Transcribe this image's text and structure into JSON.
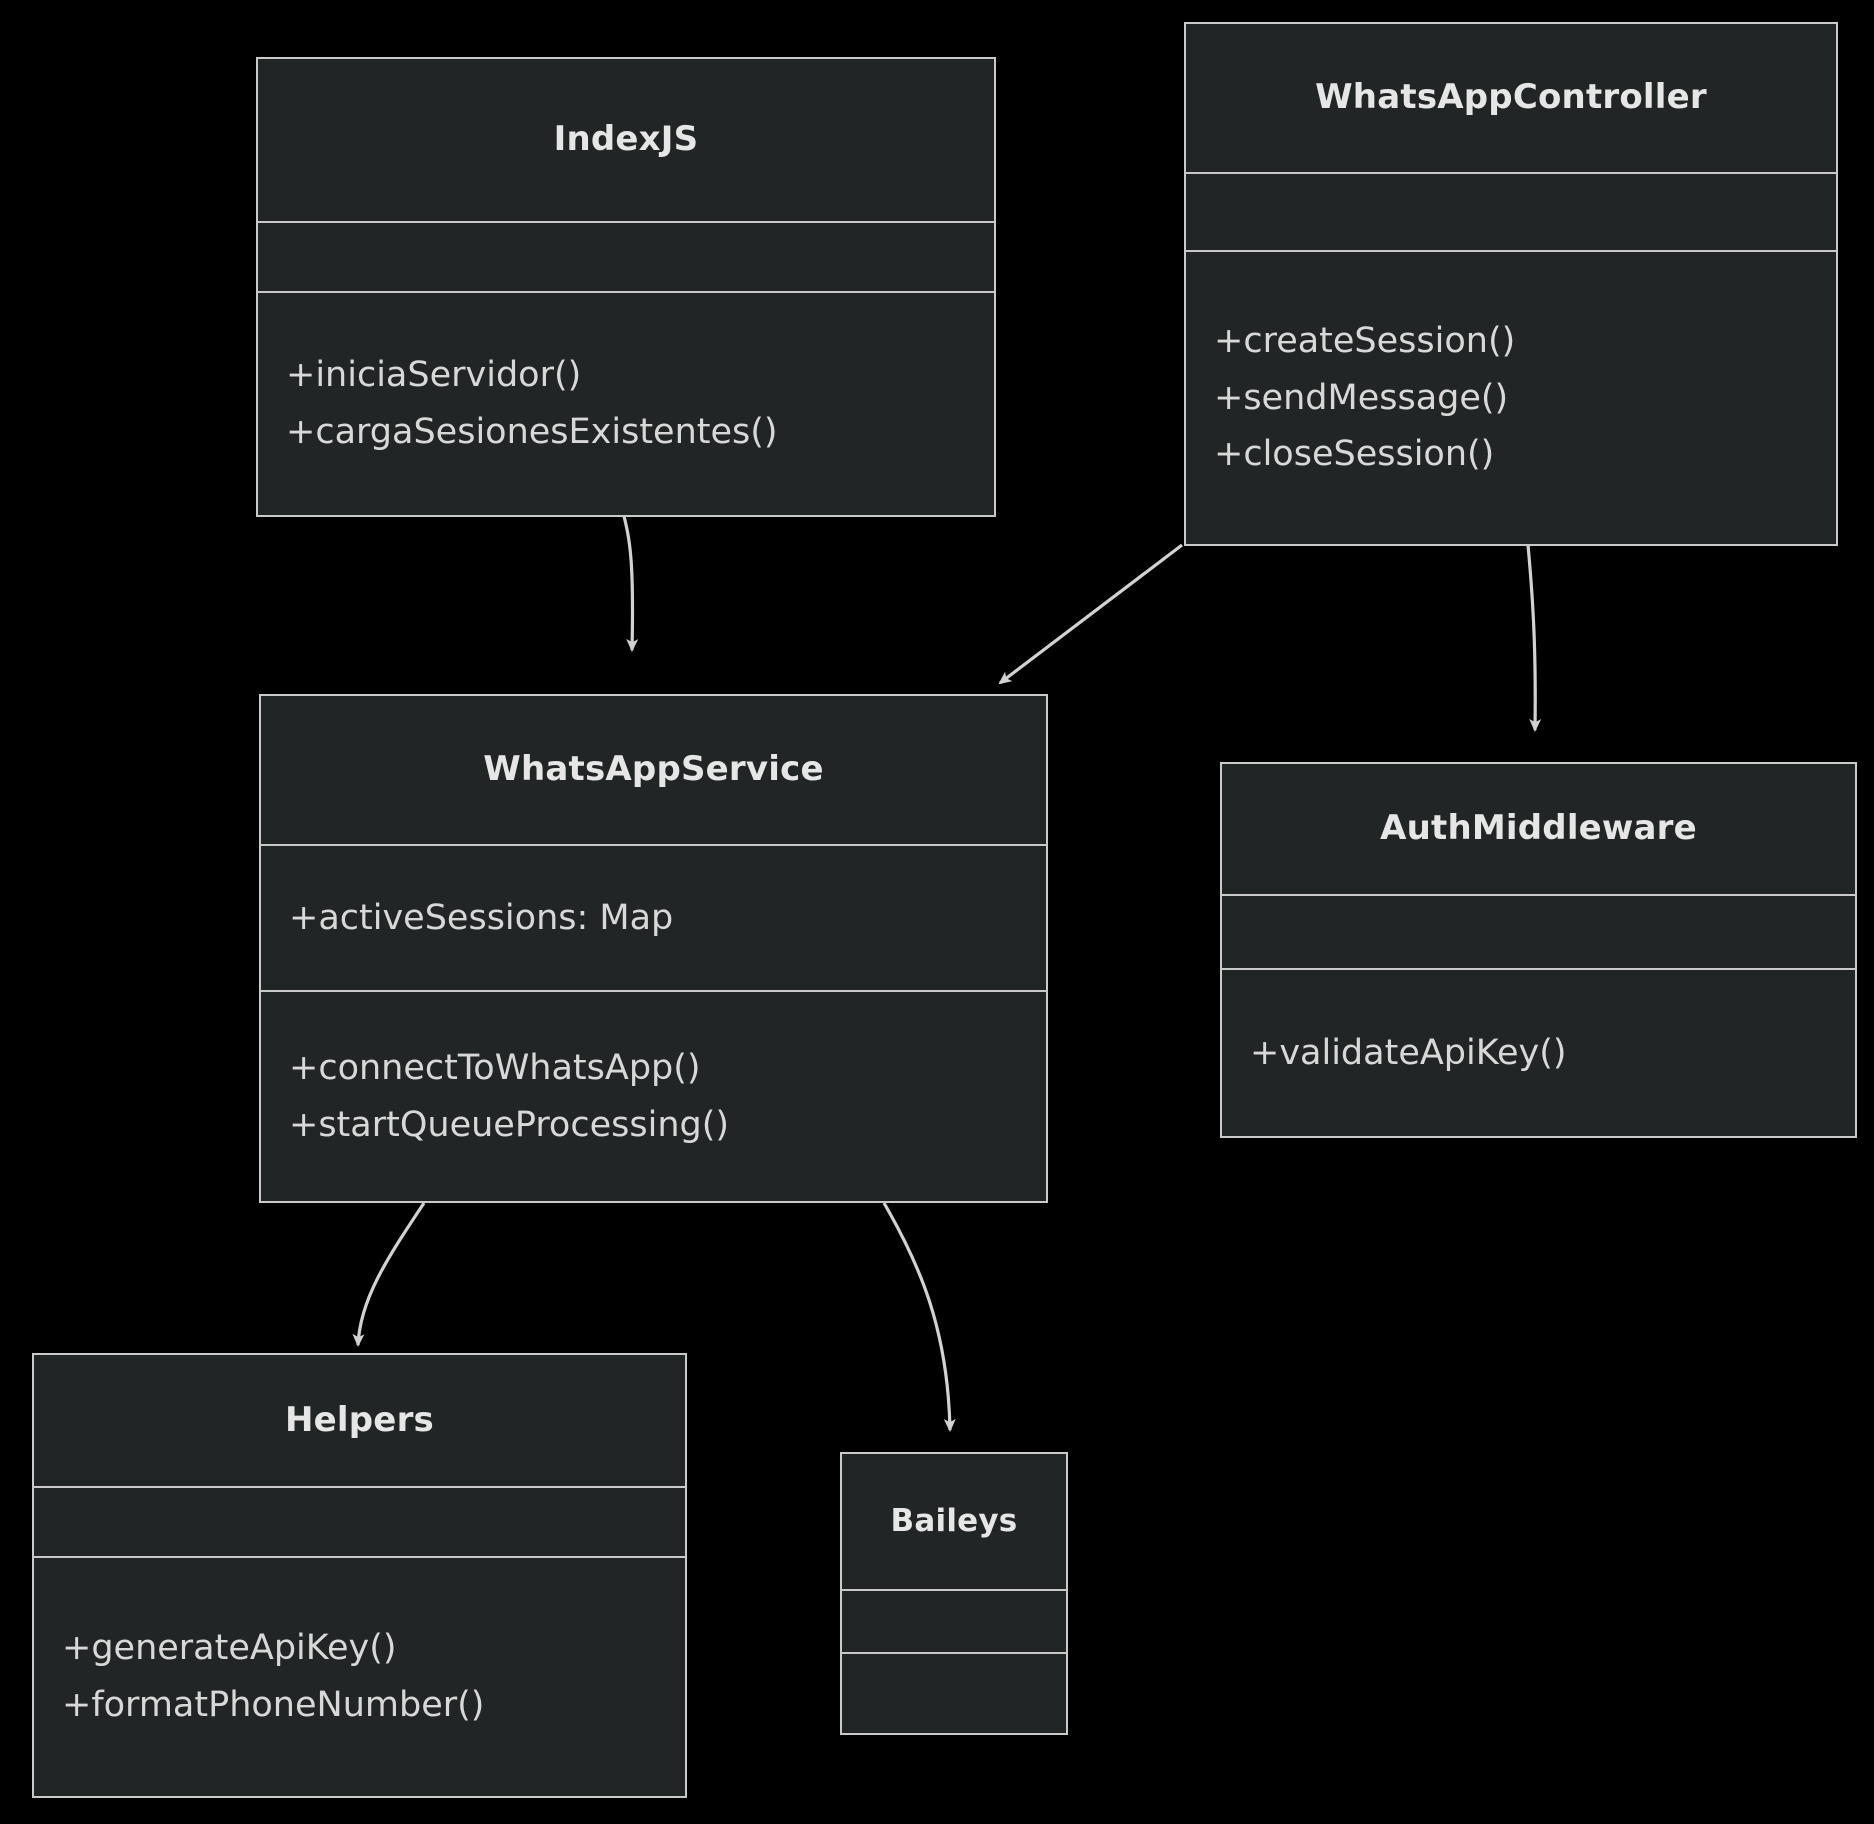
{
  "diagram": {
    "type": "uml-class-diagram",
    "background_color": "#000000",
    "box_fill_color": "#212525",
    "box_border_color": "#c9c9c9",
    "text_color": "#e6e6e6"
  },
  "classes": [
    {
      "id": "indexjs",
      "name": "IndexJS",
      "attributes": [],
      "methods": [
        "+iniciaServidor()",
        "+cargaSesionesExistentes()"
      ]
    },
    {
      "id": "whatsappcontroller",
      "name": "WhatsAppController",
      "attributes": [],
      "methods": [
        "+createSession()",
        "+sendMessage()",
        "+closeSession()"
      ]
    },
    {
      "id": "whatsappservice",
      "name": "WhatsAppService",
      "attributes": [
        "+activeSessions: Map"
      ],
      "methods": [
        "+connectToWhatsApp()",
        "+startQueueProcessing()"
      ]
    },
    {
      "id": "authmiddleware",
      "name": "AuthMiddleware",
      "attributes": [],
      "methods": [
        "+validateApiKey()"
      ]
    },
    {
      "id": "helpers",
      "name": "Helpers",
      "attributes": [],
      "methods": [
        "+generateApiKey()",
        "+formatPhoneNumber()"
      ]
    },
    {
      "id": "baileys",
      "name": "Baileys",
      "attributes": [],
      "methods": []
    }
  ],
  "relationships": [
    {
      "from": "IndexJS",
      "to": "WhatsAppService",
      "kind": "association-arrow"
    },
    {
      "from": "WhatsAppController",
      "to": "WhatsAppService",
      "kind": "association-arrow"
    },
    {
      "from": "WhatsAppController",
      "to": "AuthMiddleware",
      "kind": "association-arrow"
    },
    {
      "from": "WhatsAppService",
      "to": "Helpers",
      "kind": "association-arrow"
    },
    {
      "from": "WhatsAppService",
      "to": "Baileys",
      "kind": "association-arrow"
    }
  ]
}
